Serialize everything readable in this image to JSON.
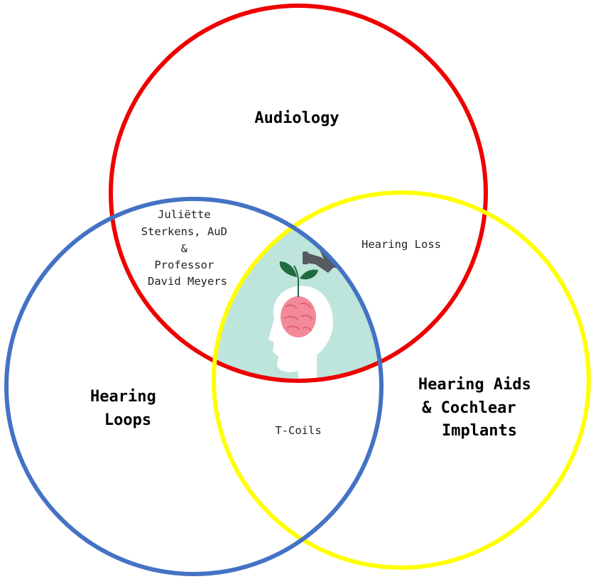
{
  "circles": {
    "audiology": {
      "label": "Audiology",
      "color": "#ee0000"
    },
    "hearing_loops": {
      "label_lines": [
        "Hearing",
        "Loops"
      ],
      "color": "#4472c4"
    },
    "hearing_aids": {
      "label_lines": [
        "Hearing Aids",
        "& Cochlear",
        "Implants"
      ],
      "color": "#ffff00"
    }
  },
  "overlaps": {
    "audiology_loops": [
      "Juliëtte",
      "Sterkens, AuD",
      "&",
      "Professor",
      "David Meyers"
    ],
    "audiology_aids": "Hearing Loss",
    "loops_aids": "T-Coils"
  },
  "center_illustration": {
    "icon": "head-with-brain-and-sprout-icon",
    "colors": {
      "background": "#a8dcd1",
      "head": "#ffffff",
      "brain": "#f28a99",
      "leaf": "#1f6b3f",
      "watering_can": "#555b5e"
    }
  }
}
